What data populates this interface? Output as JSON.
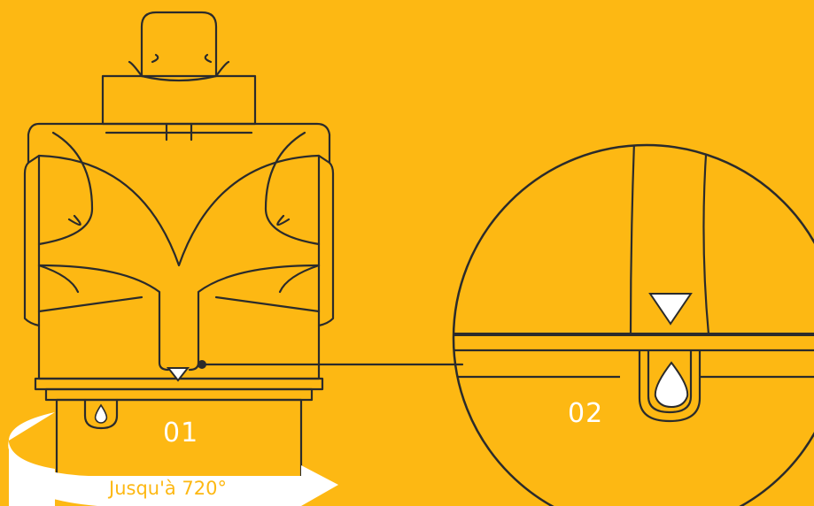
{
  "labels": {
    "step1": "01",
    "step2": "02",
    "rotation": "Jusqu'à 720°"
  },
  "colors": {
    "background": "#FDB813",
    "line": "#2B2B2B",
    "arrow": "#FFFFFF"
  },
  "icons": [
    "triangle-marker-icon",
    "water-drop-icon",
    "rotation-arrow-icon"
  ]
}
